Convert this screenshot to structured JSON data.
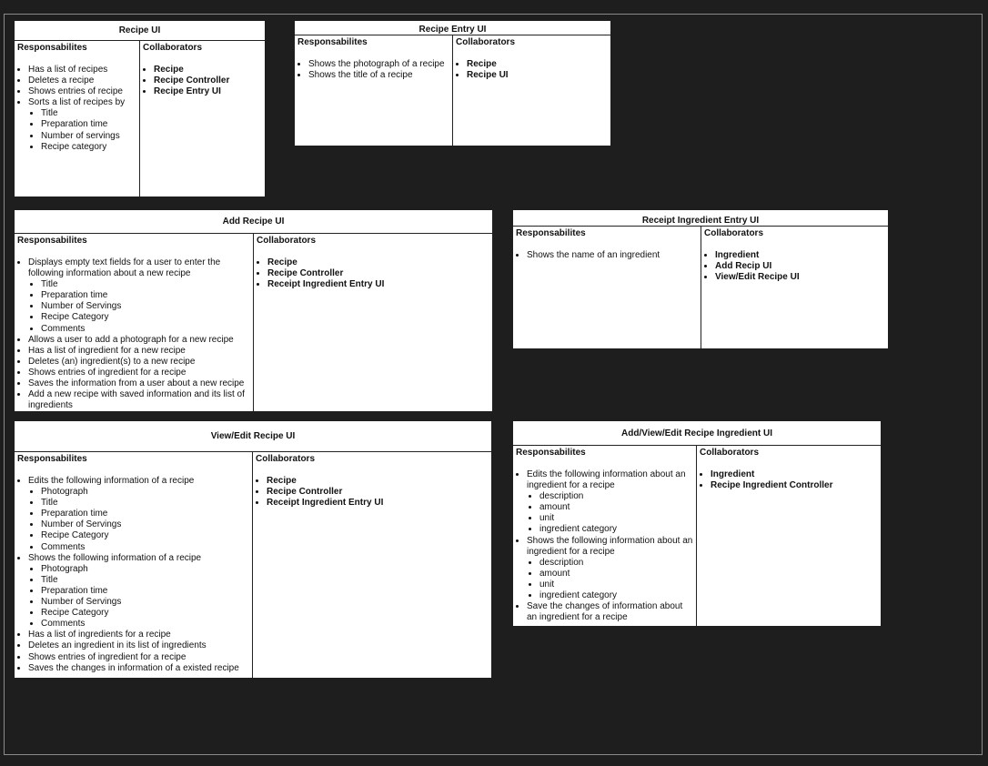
{
  "labels": {
    "responsibilities": "Responsabilites",
    "collaborators": "Collaborators"
  },
  "cards": {
    "recipe_ui": {
      "title": "Recipe UI",
      "responsibilities": [
        "Has a list of recipes",
        "Deletes a recipe",
        "Shows entries of recipe",
        "Sorts a list of recipes by"
      ],
      "sort_by": [
        "Title",
        "Preparation time",
        "Number of servings",
        "Recipe category"
      ],
      "collaborators": [
        "Recipe",
        "Recipe Controller",
        "Recipe Entry UI"
      ]
    },
    "recipe_entry_ui": {
      "title": "Recipe Entry UI",
      "responsibilities": [
        "Shows the photograph of a recipe",
        "Shows the title of a recipe"
      ],
      "collaborators": [
        "Recipe",
        "Recipe UI"
      ]
    },
    "add_recipe_ui": {
      "title": "Add Recipe UI",
      "responsibilities": [
        "Displays empty text fields for a user to enter the following information about a new recipe",
        "Allows a user to add a photograph for a new recipe",
        "Has a list of ingredient for a new recipe",
        "Deletes (an) ingredient(s) to a new recipe",
        "Shows entries of ingredient for a recipe",
        "Saves the information from a user about a new recipe",
        "Add a new recipe with saved information and its list of ingredients"
      ],
      "fields": [
        "Title",
        "Preparation time",
        "Number of Servings",
        "Recipe Category",
        "Comments"
      ],
      "collaborators": [
        "Recipe",
        "Recipe Controller",
        "Receipt Ingredient Entry UI"
      ]
    },
    "receipt_ingredient_entry_ui": {
      "title": "Receipt Ingredient Entry UI",
      "responsibilities": [
        "Shows the name of an ingredient"
      ],
      "collaborators": [
        "Ingredient",
        "Add Recip UI",
        "View/Edit Recipe UI"
      ]
    },
    "view_edit_recipe_ui": {
      "title": "View/Edit Recipe UI",
      "responsibilities": [
        "Edits the following information of a recipe",
        "Shows the following information of a recipe",
        "Has a list of ingredients for a recipe",
        "Deletes an ingredient in its list of ingredients",
        "Shows entries of ingredient for a recipe",
        "Saves the changes in information of a existed recipe"
      ],
      "edit_fields": [
        "Photograph",
        "Title",
        "Preparation time",
        "Number of Servings",
        "Recipe Category",
        "Comments"
      ],
      "show_fields": [
        "Photograph",
        "Title",
        "Preparation time",
        "Number of Servings",
        "Recipe Category",
        "Comments"
      ],
      "collaborators": [
        "Recipe",
        "Recipe Controller",
        "Receipt Ingredient Entry UI"
      ]
    },
    "add_view_edit_recipe_ingredient_ui": {
      "title": "Add/View/Edit Recipe Ingredient UI",
      "responsibilities": [
        "Edits the following information about an ingredient for a recipe",
        "Shows the following information about an ingredient for a recipe",
        "Save the changes of information about an ingredient for a recipe"
      ],
      "edit_fields": [
        "description",
        "amount",
        "unit",
        "ingredient category"
      ],
      "show_fields": [
        "description",
        "amount",
        "unit",
        "ingredient category"
      ],
      "collaborators": [
        "Ingredient",
        "Recipe Ingredient Controller"
      ]
    }
  }
}
